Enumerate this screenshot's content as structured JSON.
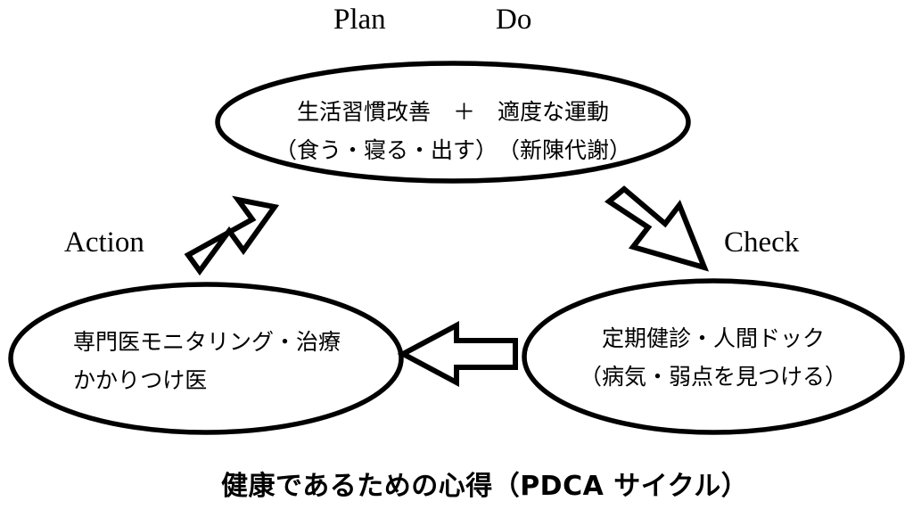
{
  "diagram": {
    "caption": "健康であるための心得（PDCA サイクル）",
    "phase_labels": [
      {
        "id": "plan",
        "text": "Plan"
      },
      {
        "id": "do",
        "text": "Do"
      },
      {
        "id": "check",
        "text": "Check"
      },
      {
        "id": "action",
        "text": "Action"
      }
    ],
    "nodes": [
      {
        "id": "plan-do",
        "lines": [
          "生活習慣改善　＋　適度な運動",
          "（食う・寝る・出す）　（新陳代謝）"
        ]
      },
      {
        "id": "check",
        "lines": [
          "定期健診・人間ドック",
          "（病気・弱点を見つける）"
        ]
      },
      {
        "id": "action",
        "lines": [
          "専門医モニタリング・治療",
          "かかりつけ医"
        ]
      }
    ],
    "arrows": [
      {
        "id": "action-to-plan",
        "direction": "up-right"
      },
      {
        "id": "do-to-check",
        "direction": "down-right"
      },
      {
        "id": "check-to-action",
        "direction": "left"
      }
    ],
    "colors": {
      "stroke": "#000000",
      "fill": "#ffffff",
      "background": "#ffffff"
    }
  }
}
